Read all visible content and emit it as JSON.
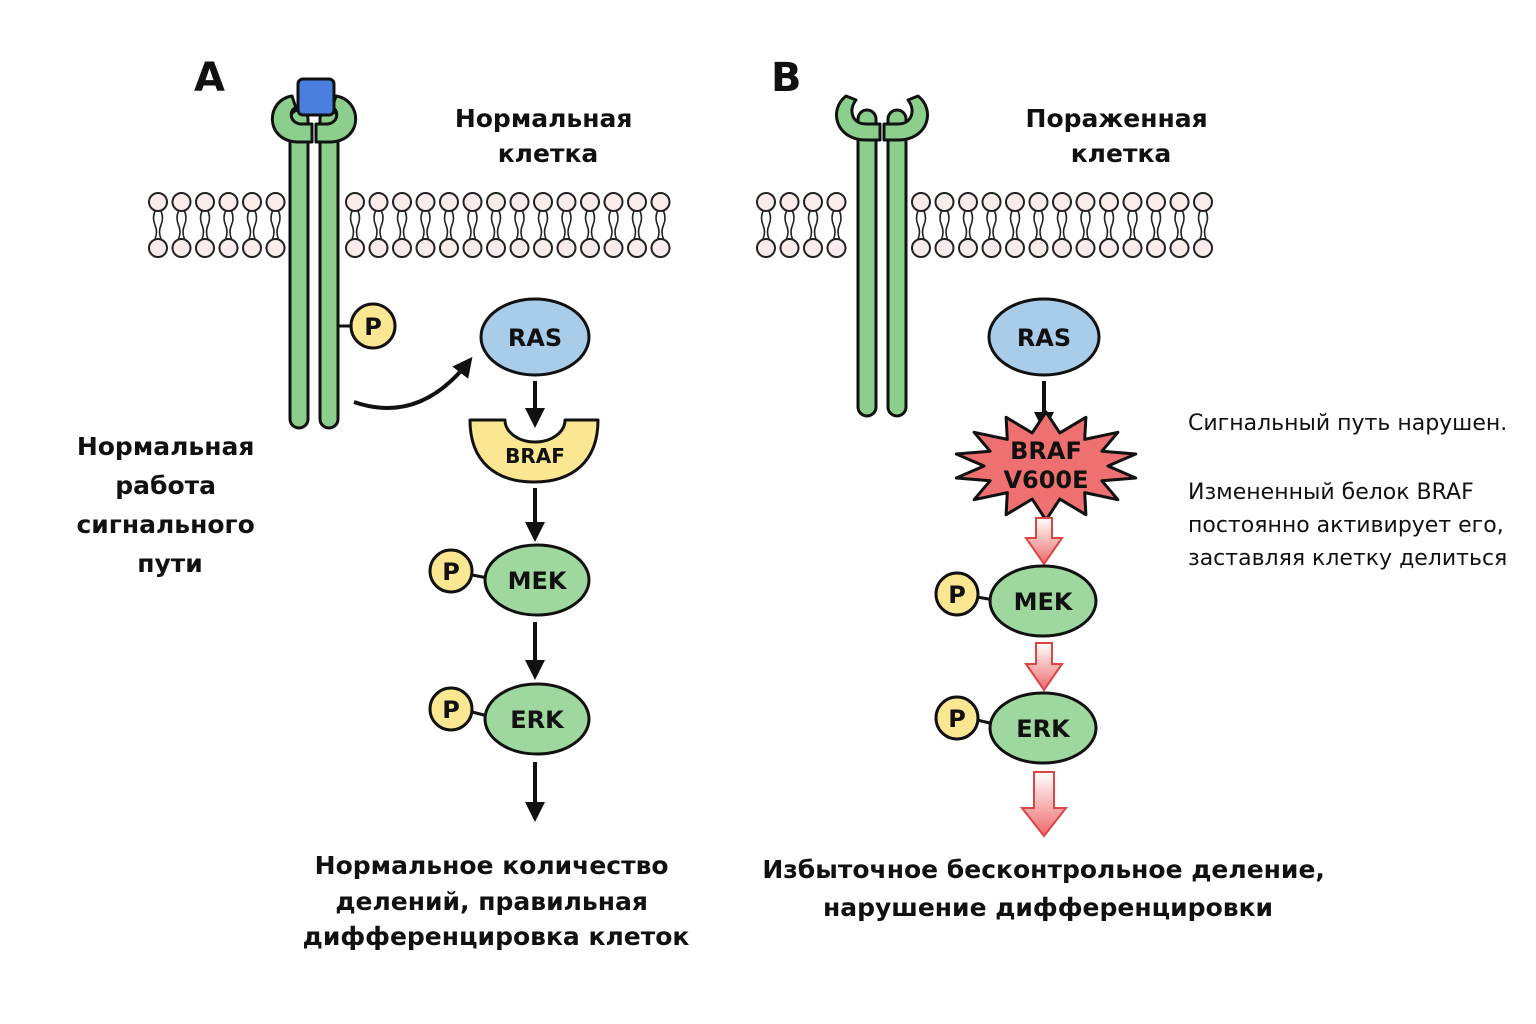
{
  "colors": {
    "receptor": "#8ccf8c",
    "ligand": "#4a7fe0",
    "ras": "#a9cde8",
    "braf_normal": "#fbe792",
    "braf_mutant": "#ef7070",
    "mek_erk": "#9ed89e",
    "phosphate": "#fbe792",
    "lipid_head": "#fbecec",
    "mutant_arrow": "#f19a9a"
  },
  "panel_a": {
    "letter": "A",
    "title_lines": [
      "Нормальная",
      "клетка"
    ],
    "side_lines": [
      "Нормальная",
      "работа",
      "сигнального",
      "пути"
    ],
    "phosphate": "P",
    "nodes": {
      "ras": "RAS",
      "braf": "BRAF",
      "mek": "MEK",
      "erk": "ERK"
    },
    "outcome_lines": [
      "Нормальное количество",
      "делений, правильная",
      "дифференцировка клеток"
    ]
  },
  "panel_b": {
    "letter": "B",
    "title_lines": [
      "Пораженная",
      "клетка"
    ],
    "phosphate": "P",
    "nodes": {
      "ras": "RAS",
      "braf_line1": "BRAF",
      "braf_line2": "V600E",
      "mek": "MEK",
      "erk": "ERK"
    },
    "note_line1": "Сигнальный путь нарушен.",
    "note_lines": [
      "Измененный белок BRAF",
      "постоянно активирует его,",
      "заставляя клетку делиться"
    ],
    "outcome_lines": [
      "Избыточное бесконтрольное деление,",
      "нарушение дифференцировки"
    ]
  }
}
